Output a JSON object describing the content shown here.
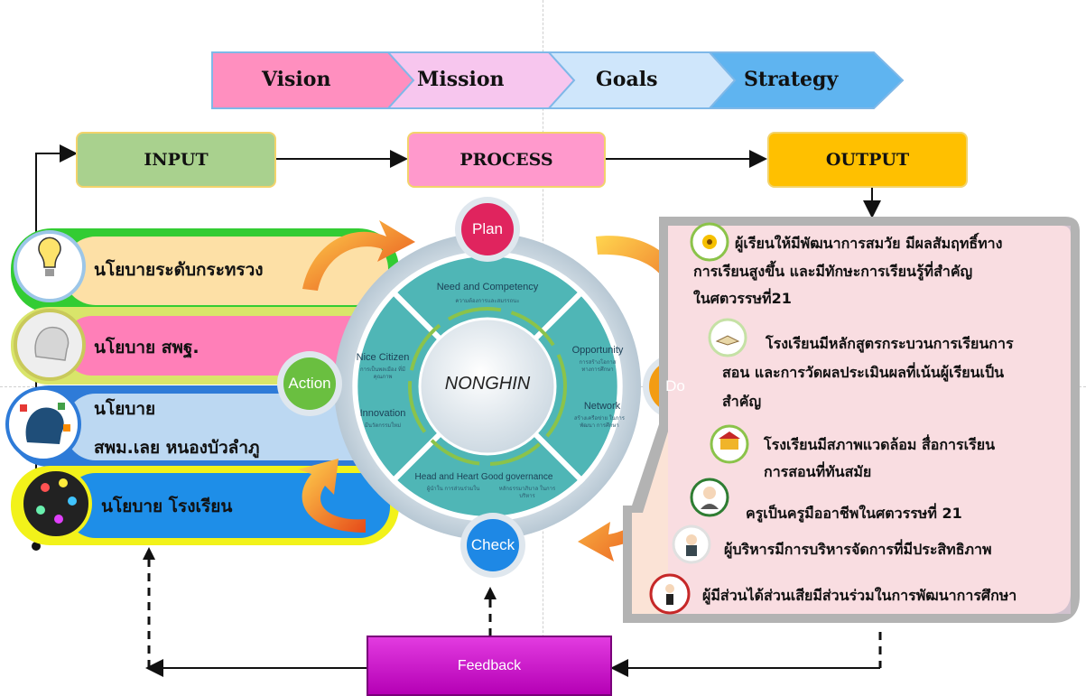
{
  "banner": {
    "vision": "Vision",
    "mission": "Mission",
    "goals": "Goals",
    "strategy": "Strategy"
  },
  "stages": {
    "input": "INPUT",
    "process": "PROCESS",
    "output": "OUTPUT"
  },
  "policies": [
    {
      "label": "นโยบายระดับกระทรวง"
    },
    {
      "label": "นโยบาย สพฐ."
    },
    {
      "label_line1": "นโยบาย",
      "label_line2": "สพม.เลย หนองบัวลำภู"
    },
    {
      "label": "นโยบาย โรงเรียน"
    }
  ],
  "cycle": {
    "center": "NONGHIN",
    "plan": "Plan",
    "do": "Do",
    "check": "Check",
    "action": "Action",
    "top": {
      "title": "Need and Competency",
      "sub": "ความต้องการและสมรรถนะ"
    },
    "right": {
      "title1": "Opportunity",
      "sub1": "การสร้างโอกาส ทางการศึกษา",
      "title2": "Network",
      "sub2": "สร้างเครือข่าย ในการพัฒนา การศึกษา"
    },
    "bottom": {
      "title": "Head and Heart Good governance",
      "sub1": "ผู้นำใน การส่วนร่วมใน",
      "sub2": "หลักธรรมาภิบาล ในการบริหาร"
    },
    "left": {
      "title1": "Nice Citizen",
      "sub1": "การเป็นพลเมือง ที่มีคุณภาพ",
      "title2": "Innovation",
      "sub2": "มีนวัตกรรมใหม่"
    }
  },
  "outputs": [
    {
      "line1": "ผู้เรียนให้มีพัฒนาการสมวัย  มีผลสัมฤทธิ์ทาง",
      "line2": "การเรียนสูงขึ้น และมีทักษะการเรียนรู้ที่สำคัญ",
      "line3": "ในศตวรรษที่21"
    },
    {
      "line1": "โรงเรียนมีหลักสูตรกระบวนการเรียนการ",
      "line2": "สอน  และการวัดผลประเมินผลที่เน้นผู้เรียนเป็น",
      "line3": "สำคัญ"
    },
    {
      "line1": "โรงเรียนมีสภาพแวดล้อม สื่อการเรียน",
      "line2": "การสอนที่ทันสมัย"
    },
    {
      "line1": "ครูเป็นครูมืออาชีพในศตวรรษที่ 21"
    },
    {
      "line1": "ผู้บริหารมีการบริหารจัดการที่มีประสิทธิภาพ"
    },
    {
      "line1": "ผู้มีส่วนได้ส่วนเสียมีส่วนร่วมในการพัฒนาการศึกษา"
    }
  ],
  "feedback": "Feedback",
  "icons": [
    "lightbulb-icon",
    "brain-head-icon",
    "network-head-icon",
    "colorful-head-icon",
    "sunflower-icon",
    "book-icon",
    "school-icon",
    "teacher-icon",
    "administrator-icon",
    "stakeholder-icon"
  ],
  "colors": {
    "input": "#a9d18e",
    "process": "#ff99cc",
    "output": "#ffc000",
    "feedback": "#cc00cc",
    "cycle_quadrant": "#4fb6b6",
    "plan": "#e0245e",
    "do": "#f39c12",
    "check": "#1e88e5",
    "action": "#6abf40"
  }
}
